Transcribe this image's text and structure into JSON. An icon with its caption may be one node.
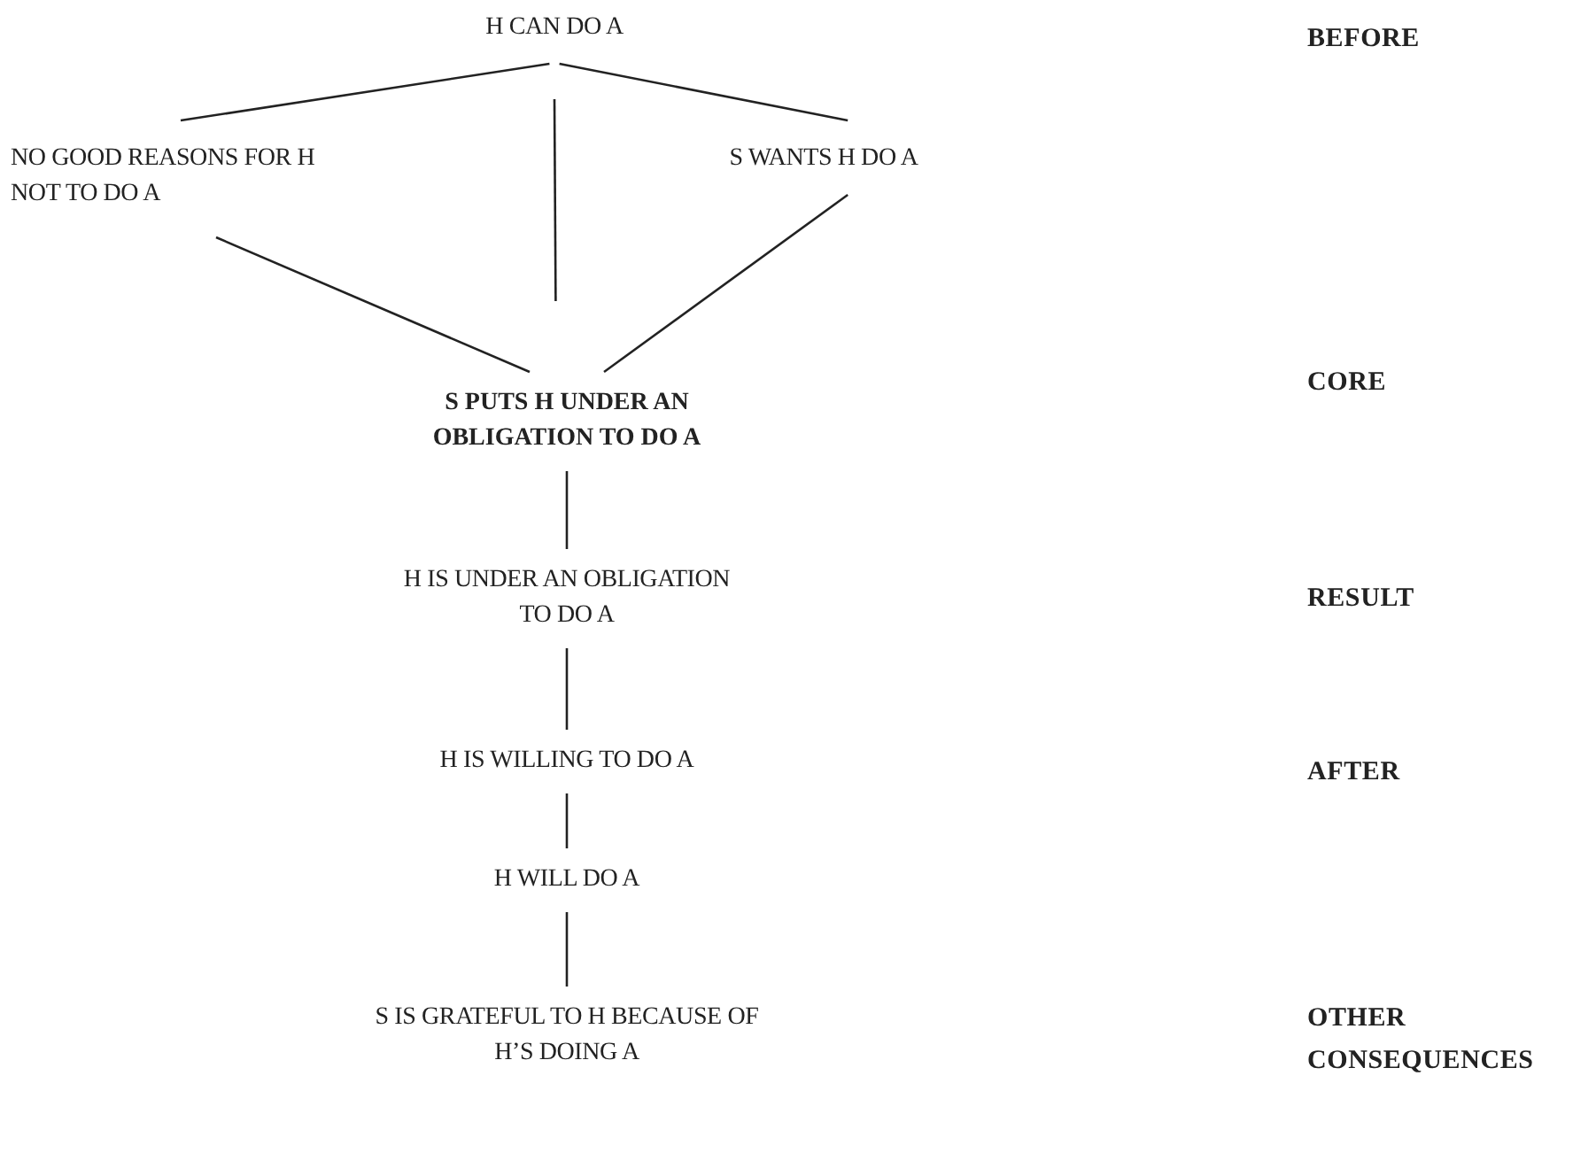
{
  "diagram": {
    "nodes": [
      {
        "text": [
          "H CAN DO A"
        ]
      },
      {
        "text": [
          "NO GOOD REASONS FOR H NOT TO DO A"
        ]
      },
      {
        "text": [
          "S WANTS H DO A"
        ]
      },
      {
        "text": [
          "S PUTS H UNDER AN OBLIGATION TO DO A"
        ]
      },
      {
        "text": [
          "H IS UNDER AN OBLIGATION TO DO A"
        ]
      },
      {
        "text": [
          "H IS WILLING TO DO A"
        ]
      },
      {
        "text": [
          "H WILL DO A"
        ]
      },
      {
        "text": [
          "S IS GRATEFUL TO H BECAUSE OF H’S DOING A"
        ]
      }
    ],
    "edges": [
      {
        "from": 0,
        "to": 1,
        "arrow": "none"
      },
      {
        "from": 0,
        "to": 3,
        "arrow": "none"
      },
      {
        "from": 0,
        "to": 2,
        "arrow": "none"
      },
      {
        "from": 1,
        "to": 3,
        "arrow": "none"
      },
      {
        "from": 2,
        "to": 3,
        "arrow": "none"
      },
      {
        "from": 3,
        "to": 4,
        "arrow": "none"
      },
      {
        "from": 4,
        "to": 5,
        "arrow": "none"
      },
      {
        "from": 5,
        "to": 6,
        "arrow": "none"
      },
      {
        "from": 6,
        "to": 7,
        "arrow": "none"
      }
    ],
    "labels": [
      "BEFORE",
      "CORE",
      "RESULT",
      "AFTER",
      "OTHER CONSEQUENCES"
    ]
  }
}
